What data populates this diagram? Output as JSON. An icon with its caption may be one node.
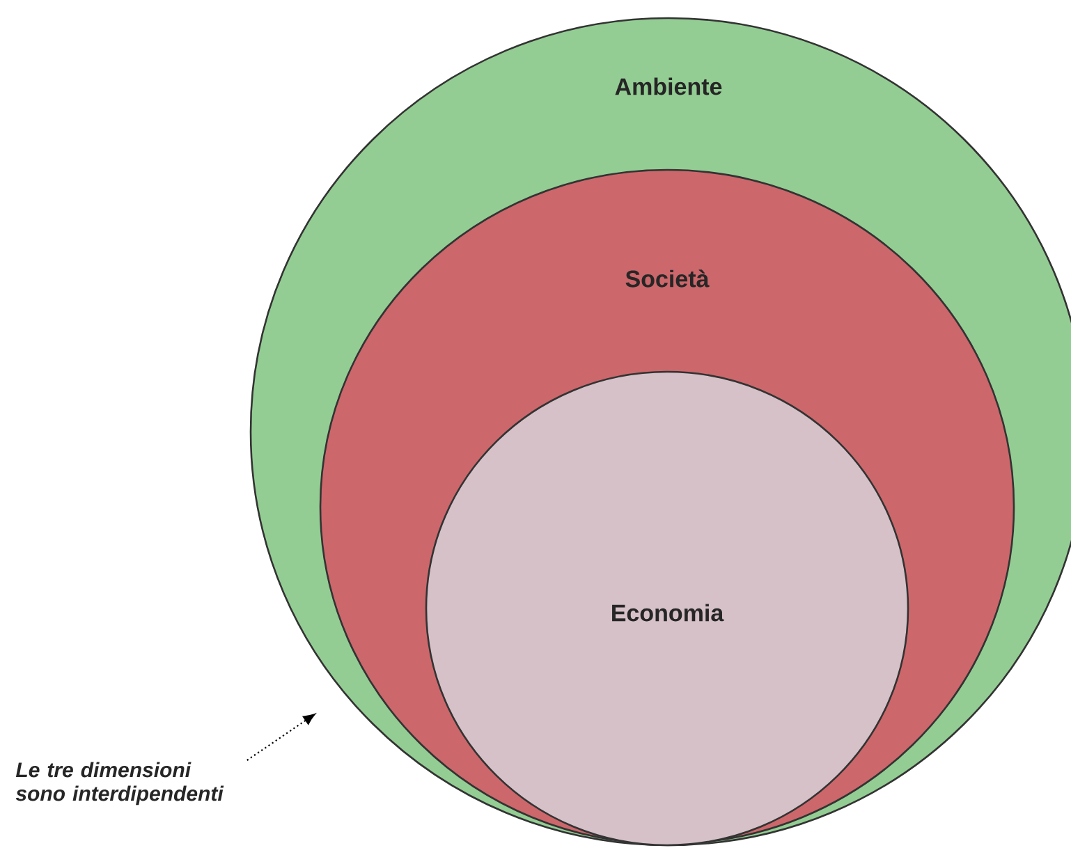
{
  "diagram": {
    "nodes": [
      {
        "text": [
          "Ambiente"
        ]
      },
      {
        "text": [
          "Società"
        ],
        "in": 0
      },
      {
        "text": [
          "Economia"
        ],
        "in": 1
      },
      {
        "text": [
          "Le tre dimensioni sono interdipendenti"
        ]
      }
    ],
    "edges": [
      {
        "from": 3,
        "to": 0,
        "arrow": "to",
        "style": "dashed"
      }
    ]
  }
}
